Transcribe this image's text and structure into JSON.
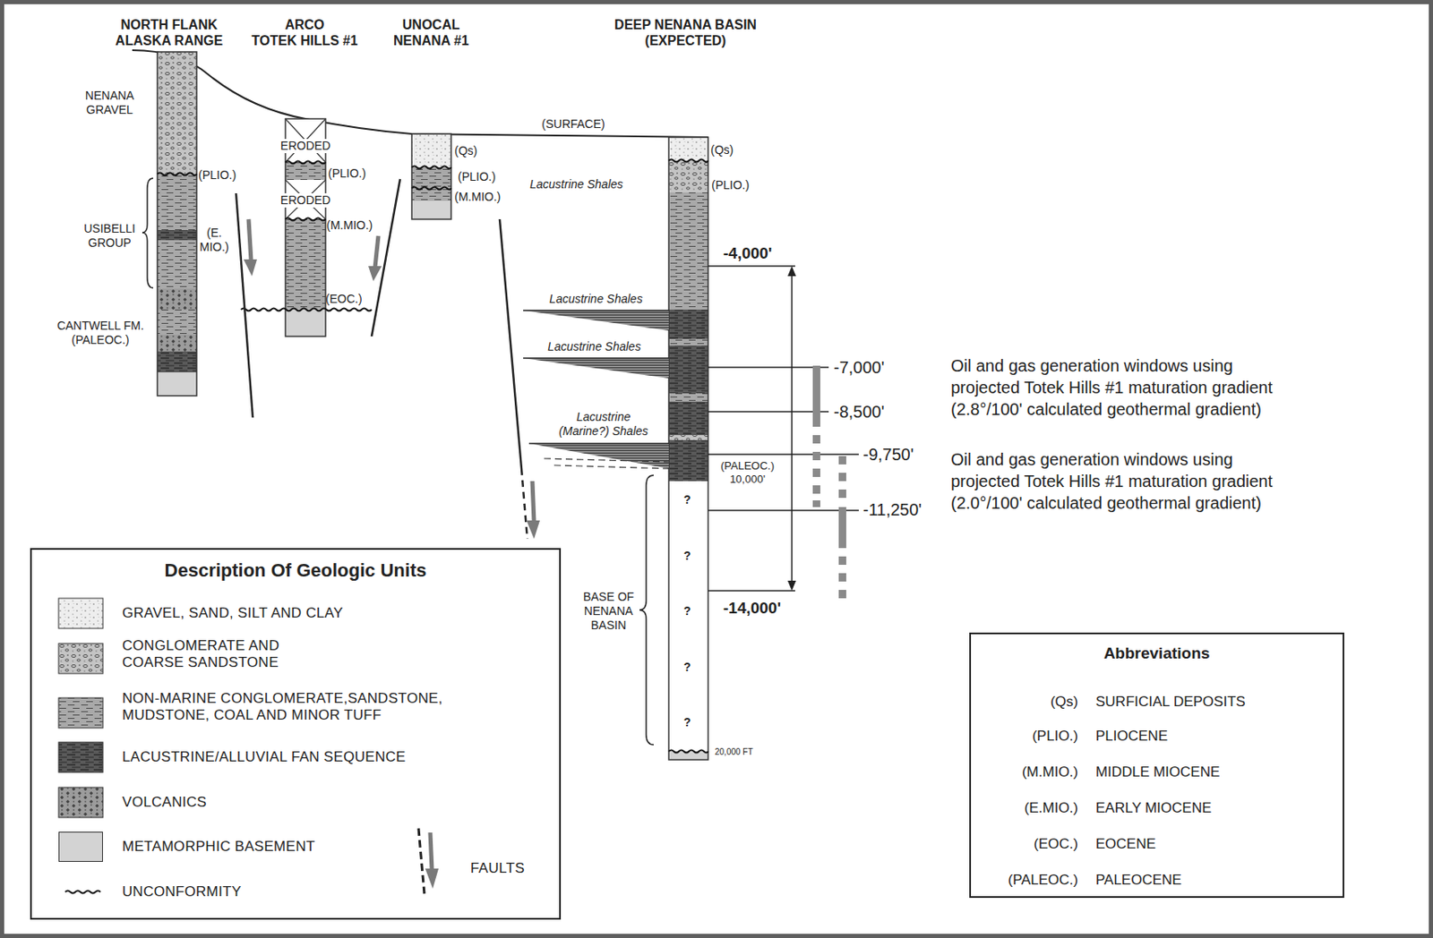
{
  "diagram": {
    "nodes": [
      {
        "text": [
          "Description Of Geologic Units"
        ]
      },
      {
        "text": [
          "Abbreviations"
        ]
      }
    ],
    "labels": [
      "NORTH FLANK ALASKA RANGE",
      "ARCO TOTEK HILLS #1",
      "UNOCAL NENANA #1",
      "DEEP NENANA BASIN (EXPECTED)",
      "NENANA GRAVEL",
      "ERODED",
      "(Qs)",
      "(SURFACE)",
      "(Qs)",
      "(PLIO.)",
      "(PLIO.)",
      "(PLIO.)",
      "Lacustrine Shales",
      "(PLIO.)",
      "(M.MIO.)",
      "ERODED",
      "(M.MIO.)",
      "USIBELLI GROUP",
      "(E. MIO.)",
      "-4,000'",
      "Lacustrine Shales",
      "(EOC.)",
      "CANTWELL FM. (PALEOC.)",
      "Lacustrine Shales",
      "-7,000'",
      "Oil and gas generation windows using projected Totek Hills #1 maturation gradient (2.8°/100' calculated geothermal gradient)",
      "-8,500'",
      "Lacustrine (Marine?) Shales",
      "-9,750'",
      "Oil and gas generation windows using projected Totek Hills #1 maturation gradient (2.0°/100' calculated geothermal gradient)",
      "(PALEOC.) 10,000'",
      "?",
      "-11,250'",
      "?",
      "BASE OF NENANA BASIN",
      "-14,000'",
      "?",
      "?",
      "?",
      "20,000 FT",
      "(Qs)",
      "SURFICIAL DEPOSITS",
      "(PLIO.)",
      "PLIOCENE",
      "(M.MIO.)",
      "MIDDLE MIOCENE",
      "(E.MIO.)",
      "EARLY MIOCENE",
      "(EOC.)",
      "EOCENE",
      "(PALEOC.)",
      "PALEOCENE"
    ],
    "legend": [
      {
        "text": "GRAVEL, SAND, SILT AND CLAY"
      },
      {
        "text": "CONGLOMERATE AND COARSE SANDSTONE"
      },
      {
        "text": "NON-MARINE CONGLOMERATE,SANDSTONE, MUDSTONE, COAL AND MINOR TUFF"
      },
      {
        "text": "LACUSTRINE/ALLUVIAL FAN SEQUENCE"
      },
      {
        "text": "VOLCANICS"
      },
      {
        "text": "METAMORPHIC BASEMENT",
        "color": "#d3d3d3"
      },
      {
        "text": "FAULTS"
      },
      {
        "text": "UNCONFORMITY"
      }
    ]
  }
}
